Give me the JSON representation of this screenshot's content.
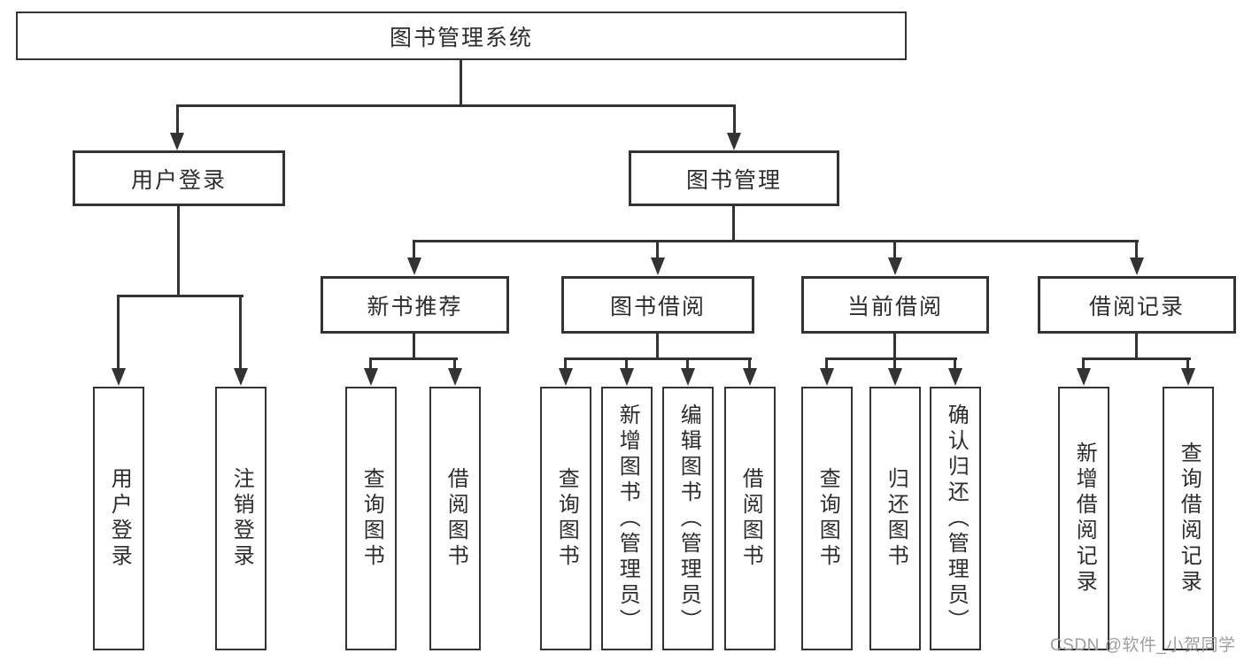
{
  "tree": {
    "root": "图书管理系统",
    "branches": [
      {
        "label": "用户登录",
        "children": [
          "用户登录",
          "注销登录"
        ]
      },
      {
        "label": "图书管理",
        "sections": [
          {
            "label": "新书推荐",
            "children": [
              "查询图书",
              "借阅图书"
            ]
          },
          {
            "label": "图书借阅",
            "children": [
              "查询图书",
              "新增图书（管理员）",
              "编辑图书（管理员）",
              "借阅图书"
            ]
          },
          {
            "label": "当前借阅",
            "children": [
              "查询图书",
              "归还图书",
              "确认归还（管理员）"
            ]
          },
          {
            "label": "借阅记录",
            "children": [
              "新增借阅记录",
              "查询借阅记录"
            ]
          }
        ]
      }
    ]
  },
  "watermark": "CSDN @软件_小贺同学",
  "colors": {
    "line": "#333333",
    "text": "#2d2d2d",
    "watermark": "#9e9e9e",
    "background": "#ffffff"
  }
}
